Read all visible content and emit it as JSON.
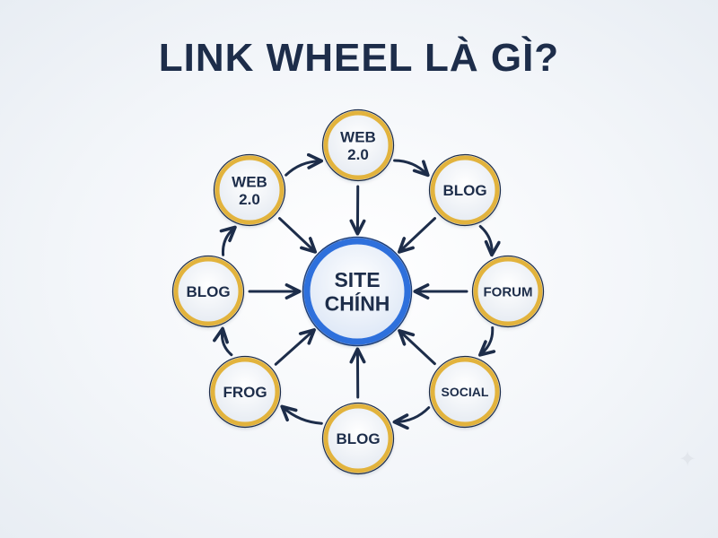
{
  "title": "LINK WHEEL LÀ GÌ?",
  "center": {
    "lines": [
      "SITE",
      "CHÍNH"
    ]
  },
  "satellites": [
    {
      "id": "top",
      "lines": [
        "WEB",
        "2.0"
      ]
    },
    {
      "id": "top-right",
      "lines": [
        "BLOG"
      ]
    },
    {
      "id": "right",
      "lines": [
        "FORUM"
      ]
    },
    {
      "id": "bottom-right",
      "lines": [
        "SOCIAL"
      ]
    },
    {
      "id": "bottom",
      "lines": [
        "BLOG"
      ]
    },
    {
      "id": "bottom-left",
      "lines": [
        "FROG"
      ]
    },
    {
      "id": "left",
      "lines": [
        "BLOG"
      ]
    },
    {
      "id": "top-left",
      "lines": [
        "WEB",
        "2.0"
      ]
    }
  ],
  "links": {
    "to_center": [
      "top",
      "top-right",
      "right",
      "bottom-right",
      "bottom",
      "bottom-left",
      "left",
      "top-left"
    ],
    "ring": [
      [
        "top",
        "top-right"
      ],
      [
        "top-right",
        "right"
      ],
      [
        "right",
        "bottom-right"
      ],
      [
        "bottom-right",
        "bottom"
      ],
      [
        "bottom",
        "bottom-left"
      ],
      [
        "bottom-left",
        "left"
      ],
      [
        "left",
        "top-left"
      ],
      [
        "top-left",
        "top"
      ]
    ]
  },
  "colors": {
    "title": "#1d2d4a",
    "arrow": "#1d2d4a",
    "satellite_ring": "#e2b33c",
    "center_ring": "#2f6fdc",
    "node_fill": "#ffffff"
  }
}
